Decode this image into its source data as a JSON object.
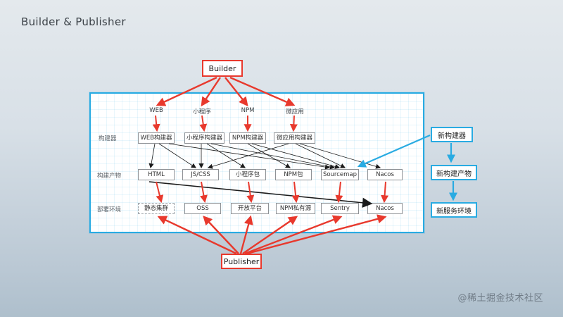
{
  "page": {
    "title": "Builder & Publisher",
    "watermark": "@稀土掘金技术社区"
  },
  "builder_label": "Builder",
  "publisher_label": "Publisher",
  "diagram": {
    "column_headers": [
      "WEB",
      "小程序",
      "NPM",
      "微应用"
    ],
    "row_labels": [
      "构建器",
      "构建产物",
      "部署环境"
    ],
    "builders": [
      "WEB构建器",
      "小程序构建器",
      "NPM构建器",
      "微应用构建器"
    ],
    "artifacts": [
      "HTML",
      "JS/CSS",
      "小程序包",
      "NPM包",
      "Sourcemap",
      "Nacos"
    ],
    "environments": [
      "静态集群",
      "OSS",
      "开放平台",
      "NPM私有源",
      "Sentry",
      "Nacos"
    ],
    "side_boxes": [
      "新构建器",
      "新构建产物",
      "新服务环境"
    ]
  },
  "colors": {
    "accent_red": "#e8392d",
    "accent_blue": "#29abe2",
    "line_black": "#1b1b1b"
  }
}
